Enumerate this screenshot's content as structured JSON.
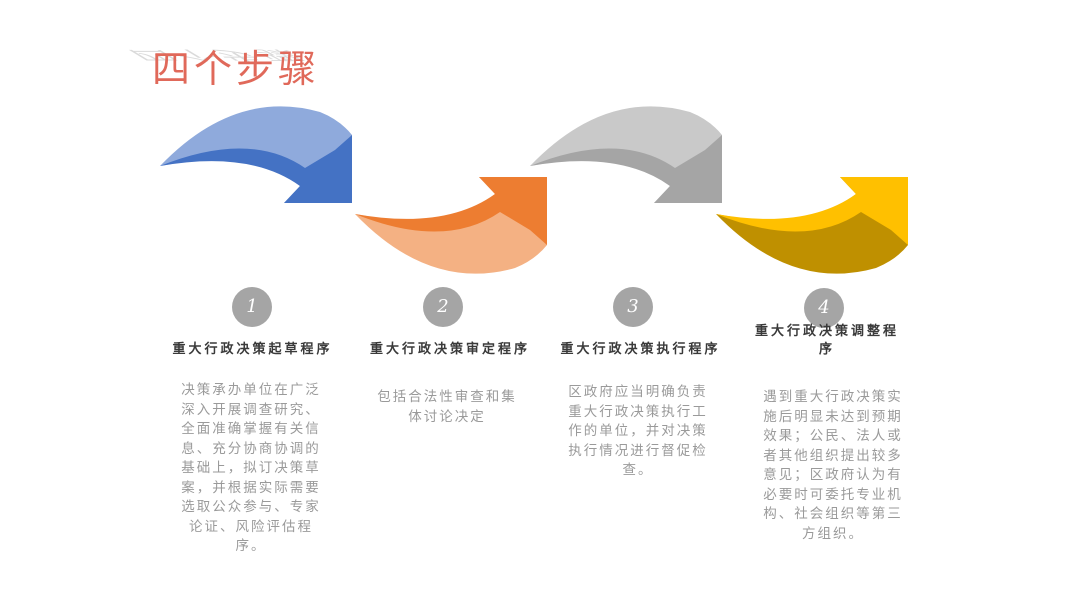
{
  "title": "四个步骤",
  "colors": {
    "blue_light": "#8faadc",
    "blue_dark": "#4472c4",
    "orange_light": "#f4b183",
    "orange_dark": "#ed7d31",
    "gray_light": "#c9c9c9",
    "gray_dark": "#a5a5a5",
    "yellow_light": "#ffc000",
    "yellow_dark": "#bf9000",
    "title": "#e0695a"
  },
  "steps": [
    {
      "number": "1",
      "heading": "重大行政决策起草程序",
      "description": "决策承办单位在广泛深入开展调查研究、全面准确掌握有关信息、充分协商协调的基础上，拟订决策草案，并根据实际需要选取公众参与、专家论证、风险评估程序。"
    },
    {
      "number": "2",
      "heading": "重大行政决策审定程序",
      "description": "包括合法性审查和集体讨论决定"
    },
    {
      "number": "3",
      "heading": "重大行政决策执行程序",
      "description": "区政府应当明确负责重大行政决策执行工作的单位，并对决策执行情况进行督促检查。"
    },
    {
      "number": "4",
      "heading": "重大行政决策调整程序",
      "description": "遇到重大行政决策实施后明显未达到预期效果；公民、法人或者其他组织提出较多意见；区政府认为有必要时可委托专业机构、社会组织等第三方组织。"
    }
  ]
}
